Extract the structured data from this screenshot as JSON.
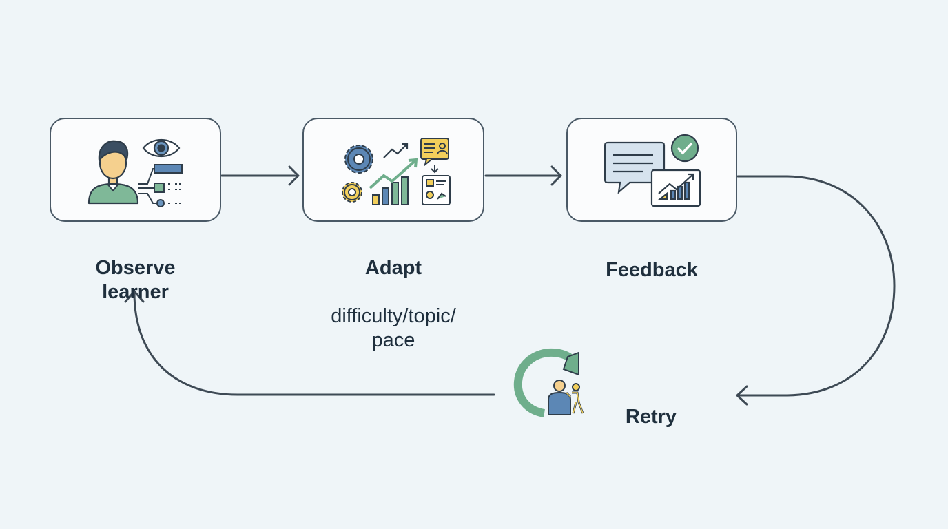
{
  "diagram": {
    "nodes": [
      {
        "id": "observe",
        "title": "Observe\nlearner",
        "subtitle": ""
      },
      {
        "id": "adapt",
        "title": "Adapt",
        "subtitle": "difficulty/topic/\npace"
      },
      {
        "id": "feedback",
        "title": "Feedback",
        "subtitle": ""
      },
      {
        "id": "retry",
        "title": "Retry",
        "subtitle": ""
      }
    ],
    "edges": [
      {
        "from": "observe",
        "to": "adapt"
      },
      {
        "from": "adapt",
        "to": "feedback"
      },
      {
        "from": "feedback",
        "to": "retry"
      },
      {
        "from": "retry",
        "to": "observe"
      }
    ],
    "icons": {
      "observe": [
        "learner-avatar-icon",
        "eye-icon",
        "data-flow-icon"
      ],
      "adapt": [
        "gear-icon",
        "trend-up-icon",
        "bar-chart-icon",
        "profile-card-icon",
        "dashboard-icon"
      ],
      "feedback": [
        "chat-bubble-icon",
        "check-circle-icon",
        "chart-card-icon"
      ],
      "retry": [
        "cycle-arrow-icon",
        "person-helping-icon"
      ]
    },
    "colors": {
      "background": "#eff5f8",
      "box_border": "#4a5966",
      "connector": "#3e4a55",
      "green": "#6fae8c",
      "blue": "#5c87b5",
      "yellow": "#f2cf5b",
      "skin": "#f5d08e"
    }
  }
}
